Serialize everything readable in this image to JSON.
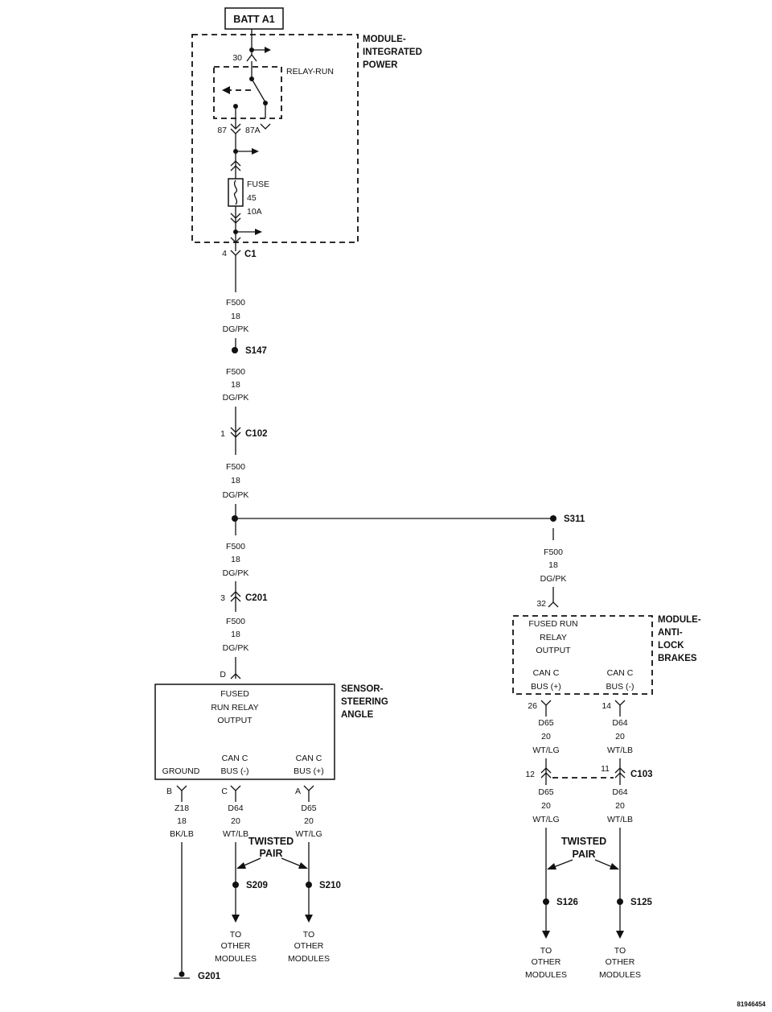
{
  "battery": {
    "label": "BATT A1"
  },
  "power_module": {
    "title": [
      "MODULE-",
      "INTEGRATED",
      "POWER"
    ],
    "relay_label": "RELAY-RUN",
    "pin_30": "30",
    "pin_87": "87",
    "pin_87a": "87A",
    "fuse": [
      "FUSE",
      "45",
      "10A"
    ],
    "connector": {
      "pin": "4",
      "name": "C1"
    }
  },
  "wire_f500": [
    "F500",
    "18",
    "DG/PK"
  ],
  "splices": {
    "s147": "S147",
    "s311": "S311",
    "s209": "S209",
    "s210": "S210",
    "s126": "S126",
    "s125": "S125"
  },
  "connectors": {
    "c102": {
      "pin": "1",
      "name": "C102"
    },
    "c201": {
      "pin": "3",
      "name": "C201"
    },
    "c103": {
      "pin_left": "12",
      "pin_right": "11",
      "name": "C103"
    }
  },
  "sensor": {
    "title": [
      "SENSOR-",
      "STEERING",
      "ANGLE"
    ],
    "input_pin": "D",
    "output": [
      "FUSED",
      "RUN RELAY",
      "OUTPUT"
    ],
    "ground": "GROUND",
    "can_minus": [
      "CAN C",
      "BUS (-)"
    ],
    "can_plus": [
      "CAN C",
      "BUS (+)"
    ],
    "pin_b": "B",
    "pin_c": "C",
    "pin_a": "A"
  },
  "abs": {
    "title": [
      "MODULE-",
      "ANTI-",
      "LOCK",
      "BRAKES"
    ],
    "input_pin": "32",
    "output": [
      "FUSED RUN",
      "RELAY",
      "OUTPUT"
    ],
    "can_plus": [
      "CAN C",
      "BUS (+)"
    ],
    "can_minus": [
      "CAN C",
      "BUS (-)"
    ],
    "pin_26": "26",
    "pin_14": "14"
  },
  "wires": {
    "z18": [
      "Z18",
      "18",
      "BK/LB"
    ],
    "d64": [
      "D64",
      "20",
      "WT/LB"
    ],
    "d65": [
      "D65",
      "20",
      "WT/LG"
    ]
  },
  "twisted_pair": [
    "TWISTED",
    "PAIR"
  ],
  "to_other_modules": [
    "TO",
    "OTHER",
    "MODULES"
  ],
  "ground": {
    "label": "G201"
  },
  "code": "81946454"
}
